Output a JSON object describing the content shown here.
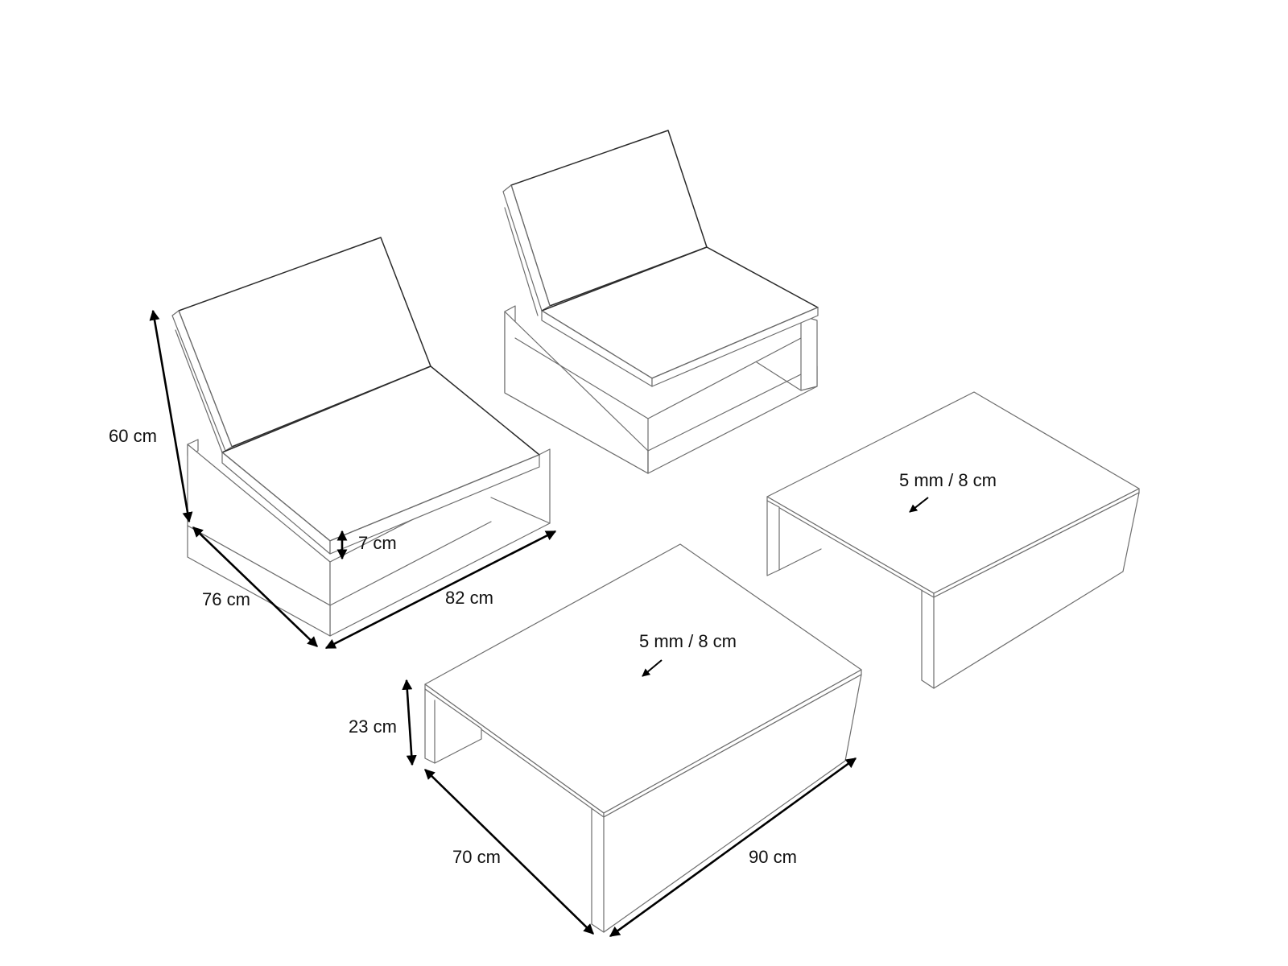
{
  "dimensions": {
    "chair_height": "60 cm",
    "chair_depth": "76 cm",
    "chair_width": "82 cm",
    "cushion_thickness": "7 cm",
    "table_height": "23 cm",
    "table_depth": "70 cm",
    "table_width": "90 cm",
    "glass_front": "5 mm / 8 cm",
    "glass_back": "5 mm / 8 cm"
  },
  "colors": {
    "outline": "#6e6e6e",
    "outline_dark": "#2b2b2b",
    "dimension": "#000000",
    "background": "#ffffff"
  }
}
